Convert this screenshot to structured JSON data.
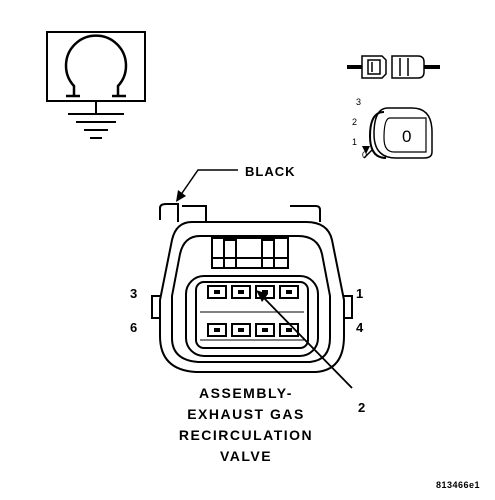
{
  "callouts": {
    "wire_color": "BLACK",
    "item_number": "2"
  },
  "pins": {
    "top_left": "3",
    "bottom_left": "6",
    "top_right": "1",
    "bottom_right": "4"
  },
  "title_lines": [
    "ASSEMBLY-",
    "EXHAUST GAS",
    "RECIRCULATION",
    "VALVE"
  ],
  "lock_positions": [
    "3",
    "2",
    "1",
    "0"
  ],
  "lock_face": "0",
  "figure_id": "813466e1",
  "icons": {
    "meter": "ohmmeter-ground-icon",
    "connector": "connector-pair-icon",
    "lock": "connector-lock-position-icon"
  }
}
